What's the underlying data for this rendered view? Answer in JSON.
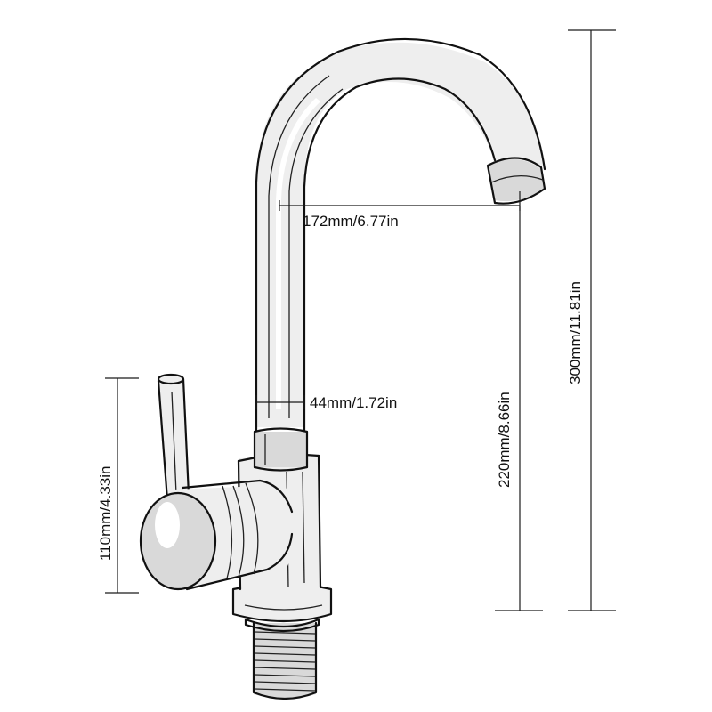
{
  "dimensions": {
    "spout_reach": "172mm/6.77in",
    "pipe_diameter": "44mm/1.72in",
    "spout_height": "220mm/8.66in",
    "total_height": "300mm/11.81in",
    "handle_height": "110mm/4.33in"
  },
  "colors": {
    "line": "#111111",
    "background": "#ffffff"
  }
}
